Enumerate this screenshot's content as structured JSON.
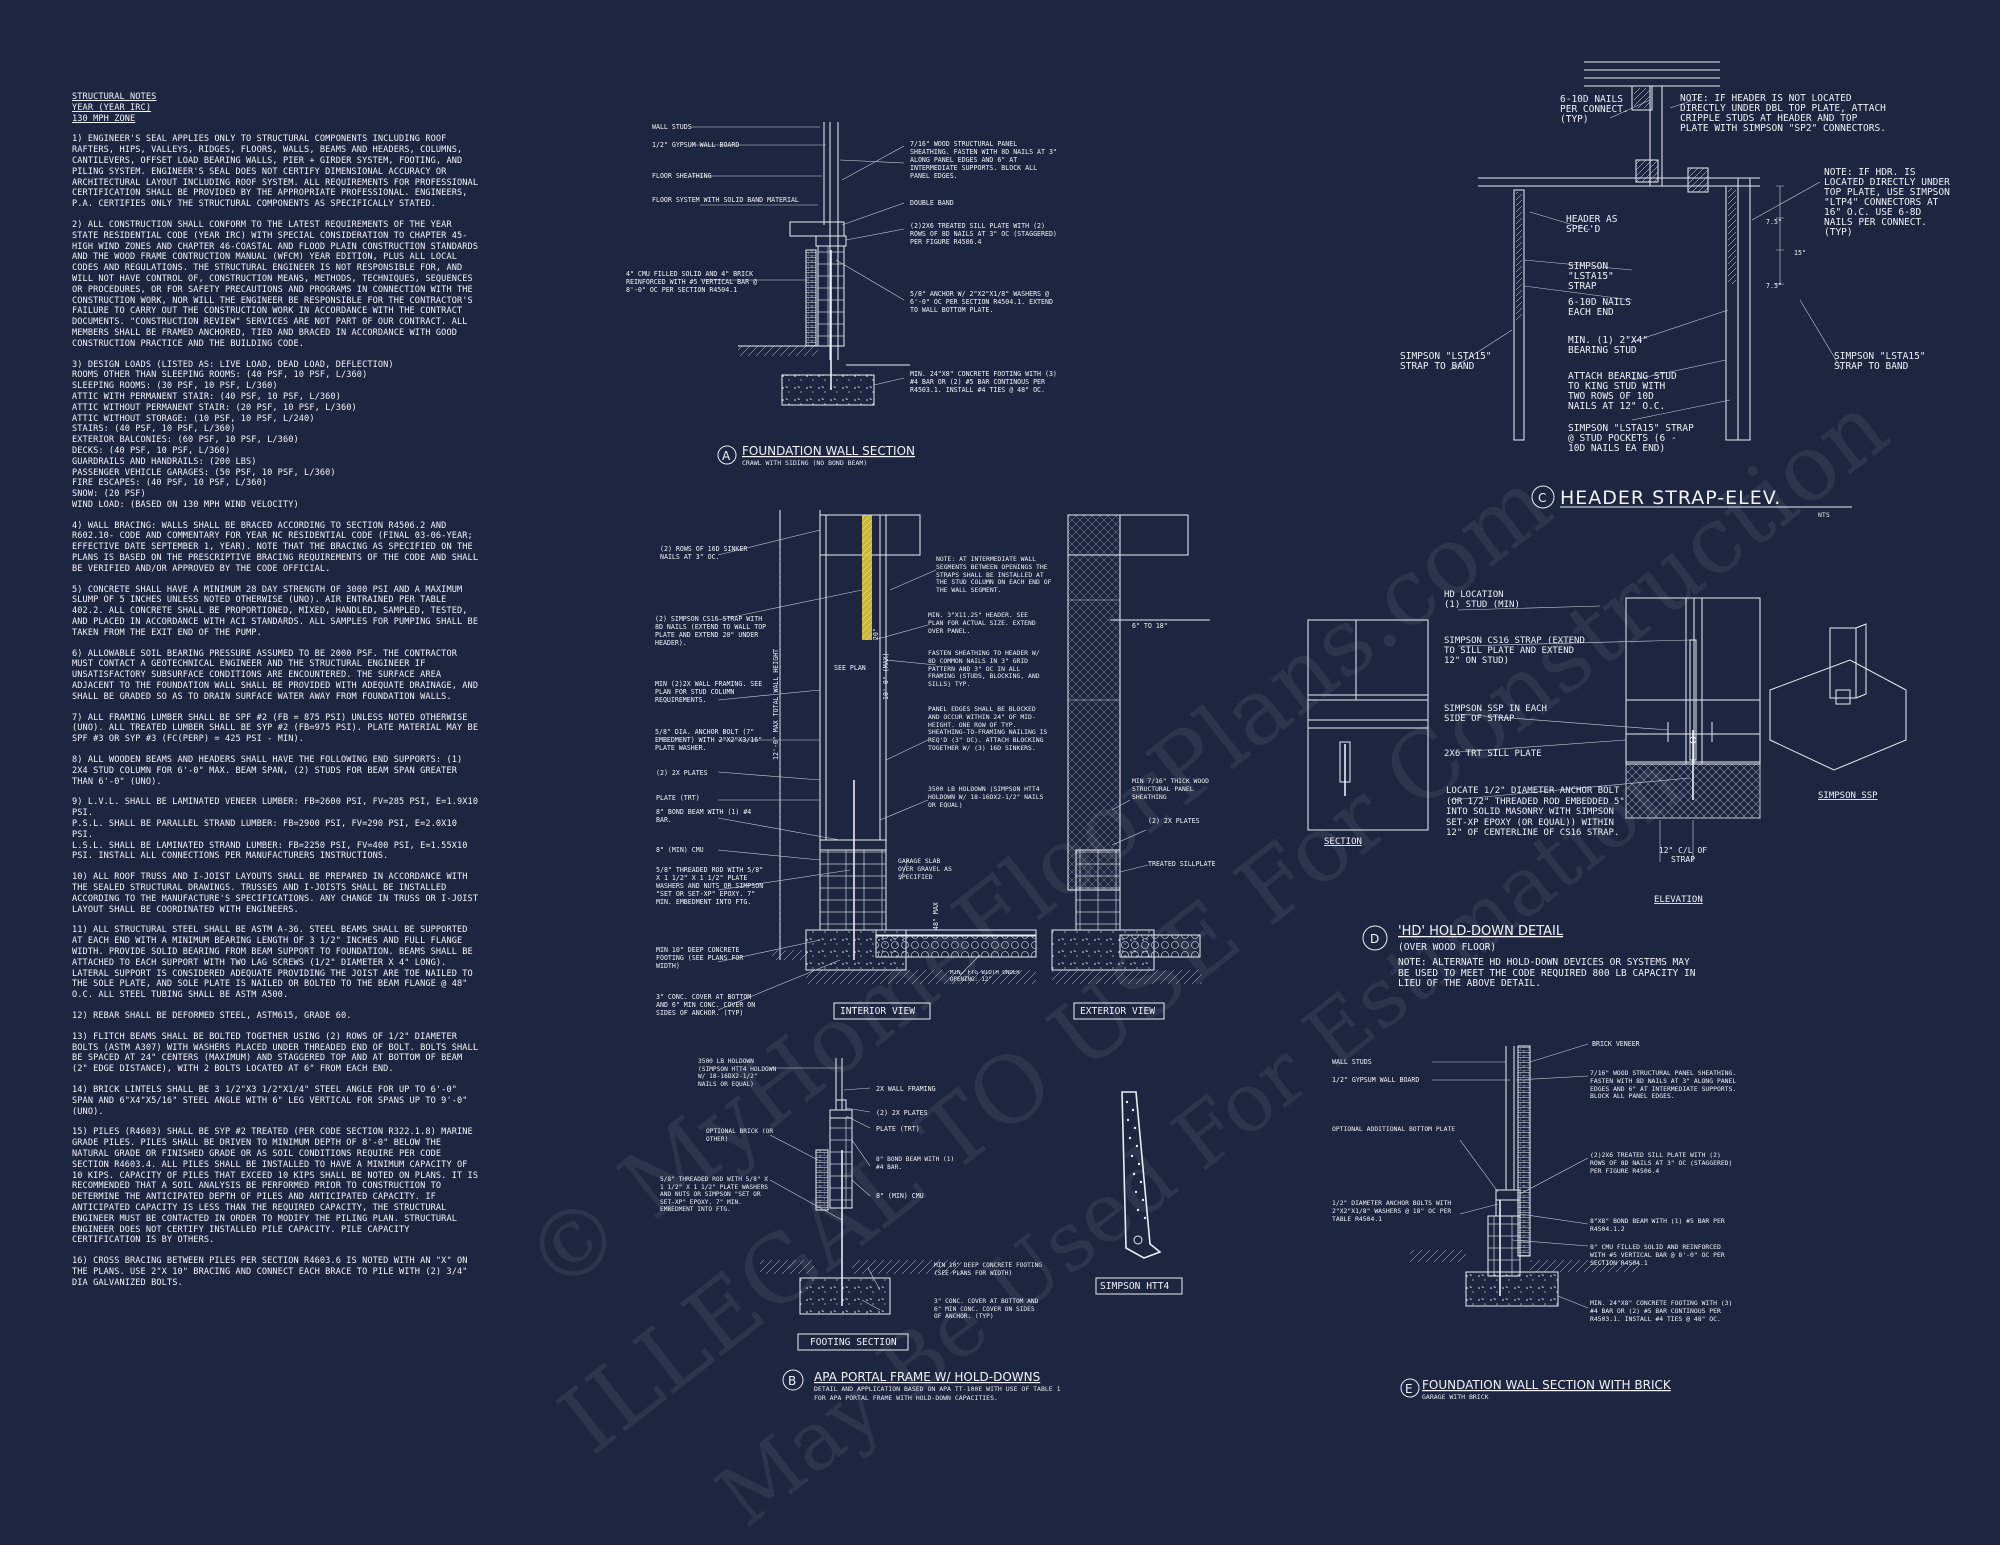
{
  "notes": {
    "heading": "STRUCTURAL NOTES",
    "code_line": "YEAR (YEAR IRC)",
    "wind_line": "130 mph ZONE",
    "paragraphs": [
      "1) ENGINEER'S SEAL APPLIES ONLY TO STRUCTURAL COMPONENTS INCLUDING ROOF RAFTERS, HIPS, VALLEYS, RIDGES, FLOORS, WALLS, BEAMS AND HEADERS, COLUMNS, CANTILEVERS, OFFSET LOAD BEARING WALLS, PIER + GIRDER SYSTEM, FOOTING, AND PILING SYSTEM. ENGINEER'S SEAL DOES NOT CERTIFY DIMENSIONAL ACCURACY OR ARCHITECTURAL LAYOUT INCLUDING ROOF SYSTEM. ALL REQUIREMENTS FOR PROFESSIONAL CERTIFICATION SHALL BE PROVIDED BY THE APPROPRIATE PROFESSIONAL. ENGINEERS, P.A. CERTIFIES ONLY THE STRUCTURAL COMPONENTS AS SPECIFICALLY STATED.",
      "2) ALL CONSTRUCTION SHALL CONFORM TO THE LATEST REQUIREMENTS OF THE YEAR STATE RESIDENTIAL CODE (YEAR IRC) WITH SPECIAL CONSIDERATION TO CHAPTER 45-HIGH WIND ZONES AND CHAPTER 46-COASTAL AND FLOOD PLAIN CONSTRUCTION STANDARDS AND THE WOOD FRAME CONTRUCTION MANUAL (WFCM) YEAR EDITION, PLUS ALL LOCAL CODES AND REGULATIONS. THE STRUCTURAL ENGINEER IS NOT RESPONSIBLE FOR, AND WILL NOT HAVE CONTROL OF, CONSTRUCTION MEANS, METHODS, TECHNIQUES, SEQUENCES OR PROCEDURES, OR FOR SAFETY PRECAUTIONS AND PROGRAMS IN CONNECTION WITH THE CONSTRUCTION WORK, NOR WILL THE ENGINEER BE RESPONSIBLE FOR THE CONTRACTOR'S FAILURE TO CARRY OUT THE CONSTRUCTION WORK IN ACCORDANCE WITH THE CONTRACT DOCUMENTS. \"CONSTRUCTION REVIEW\" SERVICES ARE NOT PART OF OUR CONTRACT. ALL MEMBERS SHALL BE FRAMED ANCHORED, TIED AND BRACED IN ACCORDANCE WITH GOOD CONSTRUCTION PRACTICE AND THE BUILDING CODE.",
      "3) DESIGN LOADS (LISTED AS: LIVE LOAD, DEAD LOAD, DEFLECTION)\nROOMS OTHER THAN SLEEPING ROOMS: (40 PSF, 10 PSF, L/360)\nSLEEPING ROOMS: (30 PSF, 10 PSF, L/360)\nATTIC WITH PERMANENT STAIR: (40 PSF, 10 PSF, L/360)\nATTIC WITHOUT PERMANENT STAIR: (20 PSF, 10 PSF, L/360)\nATTIC WITHOUT STORAGE: (10 PSF, 10 PSF, L/240)\nSTAIRS: (40 PSF, 10 PSF, L/360)\nEXTERIOR BALCONIES: (60 PSF, 10 PSF, L/360)\nDECKS: (40 PSF, 10 PSF, L/360)\nGUARDRAILS AND HANDRAILS: (200 LBS)\nPASSENGER VEHICLE GARAGES: (50 PSF, 10 PSF, L/360)\nFIRE ESCAPES: (40 PSF, 10 PSF, L/360)\nSNOW: (20 PSF)\nWIND LOAD: (BASED ON 130 MPH WIND VELOCITY)",
      "4) WALL BRACING: WALLS SHALL BE BRACED ACCORDING TO SECTION R4506.2 AND R602.10- CODE AND COMMENTARY FOR YEAR NC RESIDENTIAL CODE (FINAL 03-06-YEAR; EFFECTIVE DATE SEPTEMBER 1, YEAR). NOTE THAT THE BRACING AS SPECIFIED ON THE PLANS IS BASED ON THE PRESCRIPTIVE BRACING REQUIREMENTS OF THE CODE AND SHALL BE VERIFIED AND/OR APPROVED BY THE CODE OFFICIAL.",
      "5) CONCRETE SHALL HAVE A MINIMUM 28 DAY STRENGTH OF 3000 PSI AND A MAXIMUM SLUMP OF 5 INCHES UNLESS NOTED OTHERWISE (UNO). AIR ENTRAINED PER TABLE 402.2. ALL CONCRETE SHALL BE PROPORTIONED, MIXED, HANDLED, SAMPLED, TESTED, AND PLACED IN ACCORDANCE WITH ACI STANDARDS. ALL SAMPLES FOR PUMPING SHALL BE TAKEN FROM THE EXIT END OF THE PUMP.",
      "6) ALLOWABLE SOIL BEARING PRESSURE ASSUMED TO BE 2000 PSF. THE CONTRACTOR MUST CONTACT A GEOTECHNICAL ENGINEER AND THE STRUCTURAL ENGINEER IF UNSATISFACTORY SUBSURFACE CONDITIONS ARE ENCOUNTERED. THE SURFACE AREA ADJACENT TO THE FOUNDATION WALL SHALL BE PROVIDED WITH ADEQUATE DRAINAGE, AND SHALL BE GRADED SO AS TO DRAIN SURFACE WATER AWAY FROM FOUNDATION WALLS.",
      "7) ALL FRAMING LUMBER SHALL BE SPF #2 (Fb = 875 PSI) UNLESS NOTED OTHERWISE (UNO). ALL TREATED LUMBER SHALL BE SYP #2 (Fb=975 PSI). PLATE MATERIAL MAY BE SPF #3 OR SYP #3 (Fc(perp) = 425 PSI - MIN).",
      "8) ALL WOODEN BEAMS AND HEADERS SHALL HAVE THE FOLLOWING END SUPPORTS: (1) 2x4 STUD COLUMN FOR 6'-0\" MAX. BEAM SPAN, (2) STUDS FOR BEAM SPAN GREATER THAN 6'-0\" (UNO).",
      "9) L.V.L. SHALL BE LAMINATED VENEER LUMBER: Fb=2600 PSI, Fv=285 PSI, E=1.9x10 PSI.\nP.S.L. SHALL BE PARALLEL STRAND LUMBER: Fb=2900 PSI, Fv=290 PSI, E=2.0x10 PSI.\nL.S.L. SHALL BE LAMINATED STRAND LUMBER: Fb=2250 PSI, Fv=400 PSI, E=1.55x10 PSI. INSTALL ALL CONNECTIONS PER MANUFACTURERS INSTRUCTIONS.",
      "10) ALL ROOF TRUSS AND I-JOIST LAYOUTS SHALL BE PREPARED IN ACCORDANCE WITH THE SEALED STRUCTURAL DRAWINGS. TRUSSES AND I-JOISTS SHALL BE INSTALLED ACCORDING TO THE MANUFACTURE'S SPECIFICATIONS. ANY CHANGE IN TRUSS OR I-JOIST LAYOUT SHALL BE COORDINATED WITH ENGINEERS.",
      "11) ALL STRUCTURAL STEEL SHALL BE ASTM A-36. STEEL BEAMS SHALL BE SUPPORTED AT EACH END WITH A MINIMUM BEARING LENGTH OF 3 1/2\" INCHES AND FULL FLANGE WIDTH. PROVIDE SOLID BEARING FROM BEAM SUPPORT TO FOUNDATION. BEAMS SHALL BE ATTACHED TO EACH SUPPORT WITH TWO LAG SCREWS (1/2\" DIAMETER x 4\" LONG). LATERAL SUPPORT IS CONSIDERED ADEQUATE PROVIDING THE JOIST ARE TOE NAILED TO THE SOLE PLATE, AND SOLE PLATE IS NAILED OR BOLTED TO THE BEAM FLANGE @ 48\" O.C. ALL STEEL TUBING SHALL BE ASTM A500.",
      "12) REBAR SHALL BE DEFORMED STEEL, ASTM615, GRADE 60.",
      "13) FLITCH BEAMS SHALL BE BOLTED TOGETHER USING (2) ROWS OF 1/2\" DIAMETER BOLTS (ASTM A307) WITH WASHERS PLACED UNDER THREADED END OF BOLT. BOLTS SHALL BE SPACED AT 24\" CENTERS (MAXIMUM) AND STAGGERED TOP AND AT BOTTOM OF BEAM (2\" EDGE DISTANCE), WITH 2 BOLTS LOCATED AT 6\" FROM EACH END.",
      "14) BRICK LINTELS SHALL BE 3 1/2\"x3 1/2\"x1/4\" STEEL ANGLE FOR UP TO 6'-0\" SPAN AND 6\"x4\"x5/16\" STEEL ANGLE WITH 6\" LEG VERTICAL FOR SPANS UP TO 9'-0\" (UNO).",
      "15) PILES (R4603) SHALL BE SYP #2 TREATED (PER CODE SECTION R322.1.8) MARINE GRADE PILES. PILES SHALL BE DRIVEN TO MINIMUM DEPTH OF 8'-0\" BELOW THE NATURAL GRADE OR FINISHED GRADE OR AS SOIL CONDITIONS REQUIRE PER CODE SECTION R4603.4. ALL PILES SHALL BE INSTALLED TO HAVE A MINIMUM CAPACITY OF 10 KIPS. CAPACITY OF PILES THAT EXCEED 10 KIPS SHALL BE NOTED ON PLANS. IT IS RECOMMENDED THAT A SOIL ANALYSIS BE PERFORMED PRIOR TO CONSTRUCTION TO DETERMINE THE ANTICIPATED DEPTH OF PILES AND ANTICIPATED CAPACITY. IF ANTICIPATED CAPACITY IS LESS THAN THE REQUIRED CAPACITY, THE STRUCTURAL ENGINEER MUST BE CONTACTED IN ORDER TO MODIFY THE PILING PLAN. STRUCTURAL ENGINEER DOES NOT CERTIFY INSTALLED PILE CAPACITY. PILE CAPACITY CERTIFICATION IS BY OTHERS.",
      "16) CROSS BRACING BETWEEN PILES PER SECTION R4603.6 IS NOTED WITH AN \"X\" ON THE PLANS. USE 2\"x 10\" BRACING AND CONNECT EACH BRACE TO PILE WITH (2) 3/4\" DIA GALVANIZED BOLTS."
    ]
  },
  "detail_a": {
    "letter": "A",
    "title": "FOUNDATION WALL SECTION",
    "subtitle": "CRAWL WITH SIDING (NO BOND BEAM)",
    "labels": [
      "WALL STUDS",
      "1/2\" GYPSUM WALL BOARD",
      "FLOOR SHEATHING",
      "FLOOR SYSTEM WITH SOLID BAND MATERIAL",
      "4\" CMU FILLED SOLID AND 4\" BRICK REINFORCED WITH #5 VERTICAL BAR @ 8'-0\" OC PER SECTION R4504.1",
      "7/16\" WOOD STRUCTURAL PANEL SHEATHING. FASTEN WITH 8d NAILS AT 3\" ALONG PANEL EDGES AND 6\" AT INTERMEDIATE SUPPORTS. BLOCK ALL PANEL EDGES.",
      "DOUBLE BAND",
      "(2)2x6 TREATED SILL PLATE WITH (2) ROWS OF 8d NAILS AT 3\" OC (STAGGERED) PER FIGURE R4506.4",
      "5/8\" ANCHOR W/ 2\"x2\"x1/8\" WASHERS @ 6'-0\" OC PER SECTION R4504.1. EXTEND TO WALL BOTTOM PLATE.",
      "MIN. 24\"x8\" CONCRETE FOOTING WITH (3) #4 BAR OR (2) #5 BAR CONTINOUS PER R4503.1. INSTALL #4 TIES @ 48\" OC."
    ]
  },
  "detail_b": {
    "letter": "B",
    "title": "APA PORTAL FRAME W/ HOLD-DOWNS",
    "subtitle1": "DETAIL AND APPLICATION BASED ON APA TT-100E WITH USE OF TABLE 1",
    "subtitle2": "FOR APA PORTAL FRAME WITH HOLD-DOWN CAPACITIES.",
    "interior_view": "INTERIOR VIEW",
    "exterior_view": "EXTERIOR VIEW",
    "footing_section": "FOOTING SECTION",
    "simpson_htt4": "SIMPSON HTT4",
    "dim_6_18": "6\" TO 18\"",
    "dim_total_height": "12'-0\" MAX TOTAL WALL HEIGHT",
    "dim_10": "10'-0\" (MAX)",
    "dim_48": "48\" MAX",
    "dim_20": "20\"",
    "see_plan": "SEE PLAN",
    "left_labels": [
      "(2) ROWS OF 16d SINKER NAILS AT 3\" OC.",
      "(2) SIMPSON CS16 STRAP WITH 8d NAILS (EXTEND TO WALL TOP PLATE AND EXTEND 20\" UNDER HEADER).",
      "MIN (2)2X WALL FRAMING. SEE PLAN FOR STUD COLUMN REQUIREMENTS.",
      "5/8\" DIA. ANCHOR BOLT (7\" EMBEDMENT) WITH 2\"x2\"x3/16\" PLATE WASHER.",
      "(2) 2X PLATES",
      "PLATE (TRT)",
      "8\" BOND BEAM WITH (1) #4 BAR.",
      "8\" (MIN) CMU",
      "5/8\" THREADED ROD WITH 5/8\" x 1 1/2\" x 1 1/2\" PLATE WASHERS AND NUTS OR SIMPSON \"SET OR SET-XP\" EPOXY. 7\" MIN. EMBEDMENT INTO FTG.",
      "MIN 10\" DEEP CONCRETE FOOTING (SEE PLANS FOR WIDTH)",
      "3\" CONC. COVER AT BOTTOM AND 6\" MIN CONC. COVER ON SIDES OF ANCHOR. (TYP)"
    ],
    "mid_labels": [
      "NOTE: AT INTERMEDIATE WALL SEGMENTS BETWEEN OPENINGS THE STRAPS SHALL BE INSTALLED AT THE STUD COLUMN ON EACH END OF THE WALL SEGMENT.",
      "MIN. 3\"x11.25\" HEADER. SEE PLAN FOR ACTUAL SIZE. EXTEND OVER PANEL.",
      "FASTEN SHEATHING TO HEADER W/ 8d COMMON NAILS IN 3\" GRID PATTERN AND 3\" OC IN ALL FRAMING (STUDS, BLOCKING, AND SILLS) TYP.",
      "PANEL EDGES SHALL BE BLOCKED AND OCCUR WITHIN 24\" OF MID-HEIGHT. ONE ROW OF TYP. SHEATHING-TO-FRAMING NAILING IS REQ'D (3\" OC). ATTACH BLOCKING TOGETHER W/ (3) 16d SINKERS.",
      "3500 LB HOLDOWN (SIMPSON HTT4 HOLDOWN W/ 18-16dx2-1/2\" NAILS OR EQUAL)",
      "GARAGE SLAB OVER GRAVEL AS SPECIFIED",
      "MIN. FTG WIDTH UNDER OPENING: 12\""
    ],
    "right_labels": [
      "MIN 7/16\" THICK WOOD STRUCTURAL PANEL SHEATHING",
      "(2) 2X PLATES",
      "TREATED SILLPLATE"
    ],
    "footing_labels": [
      "3500 LB HOLDOWN (SIMPSON HTT4 HOLDOWN W/ 18-16dx2-1/2\" NAILS OR EQUAL)",
      "2X WALL FRAMING",
      "(2) 2X PLATES",
      "PLATE (TRT)",
      "OPTIONAL BRICK (OR OTHER)",
      "8\" BOND BEAM WITH (1) #4 BAR.",
      "8\" (MIN) CMU",
      "5/8\" THREADED ROD WITH 5/8\" x 1 1/2\" x 1 1/2\" PLATE WASHERS AND NUTS OR SIMPSON \"SET OR SET-XP\" EPOXY. 7\" MIN. EMBEDMENT INTO FTG.",
      "MIN 10\" DEEP CONCRETE FOOTING (SEE PLANS FOR WIDTH)",
      "3\" CONC. COVER AT BOTTOM AND 6\" MIN CONC. COVER ON SIDES OF ANCHOR. (TYP)"
    ]
  },
  "detail_c": {
    "letter": "C",
    "title": "HEADER STRAP-ELEV.",
    "scale": "NTS",
    "labels": [
      "6-10d NAILS PER CONNECT. (TYP)",
      "NOTE: IF HEADER IS NOT LOCATED DIRECTLY UNDER DBL TOP PLATE, ATTACH CRIPPLE STUDS AT HEADER AND TOP PLATE WITH SIMPSON \"SP2\" CONNECTORS.",
      "NOTE: IF HDR. IS LOCATED DIRECTLY UNDER TOP PLATE, USE SIMPSON \"LTP4\" CONNECTORS AT 16\" O.C. USE 6-8d NAILS PER CONNECT. (TYP)",
      "HEADER AS SPEC'D",
      "SIMPSON \"LSTA15\" STRAP",
      "6-10d NAILS EACH END",
      "MIN. (1) 2\"x4\" BEARING STUD",
      "ATTACH BEARING STUD TO KING STUD WITH TWO ROWS OF 10d NAILS AT 12\" O.C.",
      "SIMPSON \"LSTA15\" STRAP @ STUD POCKETS (6 - 10d NAILS EA END)",
      "SIMPSON \"LSTA15\" STRAP TO BAND",
      "SIMPSON \"LSTA15\" STRAP TO BAND"
    ],
    "dims": [
      "7.5\"",
      "15\"",
      "7.5\""
    ]
  },
  "detail_d": {
    "letter": "D",
    "title": "'HD' HOLD-DOWN DETAIL",
    "subtitle": "(OVER WOOD FLOOR)",
    "note": "NOTE: ALTERNATE HD HOLD-DOWN DEVICES OR SYSTEMS MAY BE USED TO MEET THE CODE REQUIRED 800 LB CAPACITY IN LIEU OF THE ABOVE DETAIL.",
    "labels": [
      "HD LOCATION (1) STUD (MIN)",
      "SIMPSON CS16 STRAP (EXTEND TO SILL PLATE AND EXTEND 12\" ON STUD)",
      "SIMPSON SSP IN EACH SIDE OF STRAP",
      "2x6 TRT SILL PLATE",
      "LOCATE 1/2\" DIAMETER ANCHOR BOLT (OR 1/2\" THREADED ROD EMBEDDED 5\" INTO SOLID MASONRY WITH SIMPSON SET-XP EPOXY (OR EQUAL)) WITHIN 12\" OF CENTERLINE OF CS16 STRAP."
    ],
    "section": "SECTION",
    "elevation": "ELEVATION",
    "simpson_ssp": "SIMPSON SSP",
    "dim": "12\" C/L OF STRAP"
  },
  "detail_e": {
    "letter": "E",
    "title": "FOUNDATION WALL SECTION WITH BRICK",
    "subtitle": "GARAGE WITH BRICK",
    "labels": [
      "WALL STUDS",
      "1/2\" GYPSUM WALL BOARD",
      "OPTIONAL ADDITIONAL BOTTOM PLATE",
      "1/2\" DIAMETER ANCHOR BOLTS WITH 2\"x2\"x1/8\" WASHERS @ 18\" OC PER TABLE R4504.1",
      "BRICK VENEER",
      "7/16\" WOOD STRUCTURAL PANEL SHEATHING. FASTEN WITH 8d NAILS AT 3\" ALONG PANEL EDGES AND 6\" AT INTERMEDIATE SUPPORTS. BLOCK ALL PANEL EDGES.",
      "(2)2x6 TREATED SILL PLATE WITH (2) ROWS OF 8d NAILS AT 3\" OC (STAGGERED) PER FIGURE R4506.4",
      "8\"x8\" BOND BEAM WITH (1) #5 BAR PER R4504.1.2",
      "8\" CMU FILLED SOLID AND REINFORCED WITH #5 VERTICAL BAR @ 8'-0\" OC PER SECTION R4504.1",
      "MIN. 24\"x8\" CONCRETE FOOTING WITH (3) #4 BAR OR (2) #5 BAR CONTINOUS PER R4503.1. INSTALL #4 TIES @ 48\" OC."
    ]
  },
  "watermark": {
    "line1": "© MyHomeFloorPlans.com",
    "line2": "ILLEGAL TO USE For Construction",
    "line3": "May Be Used For Estimation"
  },
  "colors": {
    "background": "#1e2540",
    "linework": "#e9edf6"
  }
}
